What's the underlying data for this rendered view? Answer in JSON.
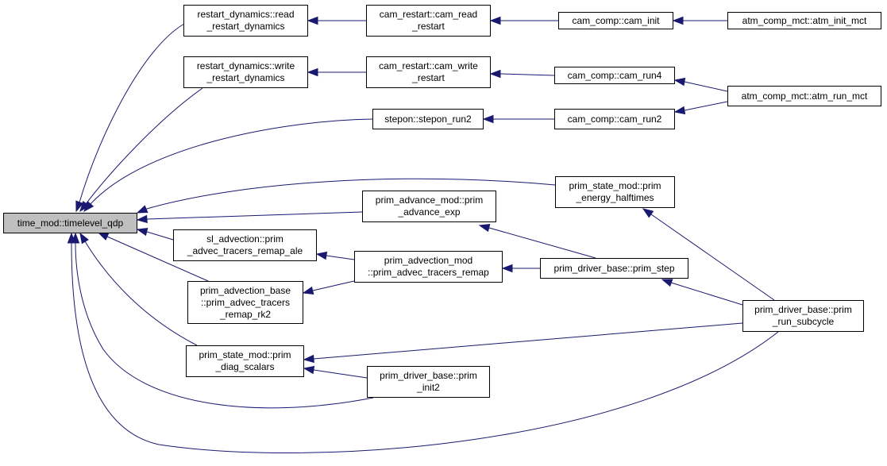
{
  "graph": {
    "root": "time_mod::timelevel_qdp",
    "nodes": [
      {
        "id": "time_mod_timelevel_qdp",
        "lines": [
          "time_mod::timelevel_qdp"
        ]
      },
      {
        "id": "restart_dynamics_read",
        "lines": [
          "restart_dynamics::read",
          "_restart_dynamics"
        ]
      },
      {
        "id": "cam_restart_read",
        "lines": [
          "cam_restart::cam_read",
          "_restart"
        ]
      },
      {
        "id": "cam_comp_cam_init",
        "lines": [
          "cam_comp::cam_init"
        ]
      },
      {
        "id": "atm_comp_mct_atm_init_mct",
        "lines": [
          "atm_comp_mct::atm_init_mct"
        ]
      },
      {
        "id": "restart_dynamics_write",
        "lines": [
          "restart_dynamics::write",
          "_restart_dynamics"
        ]
      },
      {
        "id": "cam_restart_write",
        "lines": [
          "cam_restart::cam_write",
          "_restart"
        ]
      },
      {
        "id": "cam_comp_cam_run4",
        "lines": [
          "cam_comp::cam_run4"
        ]
      },
      {
        "id": "atm_comp_mct_atm_run_mct",
        "lines": [
          "atm_comp_mct::atm_run_mct"
        ]
      },
      {
        "id": "stepon_run2",
        "lines": [
          "stepon::stepon_run2"
        ]
      },
      {
        "id": "cam_comp_cam_run2",
        "lines": [
          "cam_comp::cam_run2"
        ]
      },
      {
        "id": "prim_energy_halftimes",
        "lines": [
          "prim_state_mod::prim",
          "_energy_halftimes"
        ]
      },
      {
        "id": "prim_advance_exp",
        "lines": [
          "prim_advance_mod::prim",
          "_advance_exp"
        ]
      },
      {
        "id": "sl_advection_remap_ale",
        "lines": [
          "sl_advection::prim",
          "_advec_tracers_remap_ale"
        ]
      },
      {
        "id": "prim_advection_remap",
        "lines": [
          "prim_advection_mod",
          "::prim_advec_tracers_remap"
        ]
      },
      {
        "id": "prim_driver_prim_step",
        "lines": [
          "prim_driver_base::prim_step"
        ]
      },
      {
        "id": "prim_advection_base_rk2",
        "lines": [
          "prim_advection_base",
          "::prim_advec_tracers",
          "_remap_rk2"
        ]
      },
      {
        "id": "prim_run_subcycle",
        "lines": [
          "prim_driver_base::prim",
          "_run_subcycle"
        ]
      },
      {
        "id": "prim_diag_scalars",
        "lines": [
          "prim_state_mod::prim",
          "_diag_scalars"
        ]
      },
      {
        "id": "prim_init2",
        "lines": [
          "prim_driver_base::prim",
          "_init2"
        ]
      }
    ],
    "edges": [
      {
        "from": "restart_dynamics_read",
        "to": "time_mod_timelevel_qdp"
      },
      {
        "from": "cam_restart_read",
        "to": "restart_dynamics_read"
      },
      {
        "from": "cam_comp_cam_init",
        "to": "cam_restart_read"
      },
      {
        "from": "atm_comp_mct_atm_init_mct",
        "to": "cam_comp_cam_init"
      },
      {
        "from": "restart_dynamics_write",
        "to": "time_mod_timelevel_qdp"
      },
      {
        "from": "cam_restart_write",
        "to": "restart_dynamics_write"
      },
      {
        "from": "cam_comp_cam_run4",
        "to": "cam_restart_write"
      },
      {
        "from": "atm_comp_mct_atm_run_mct",
        "to": "cam_comp_cam_run4"
      },
      {
        "from": "stepon_run2",
        "to": "time_mod_timelevel_qdp"
      },
      {
        "from": "cam_comp_cam_run2",
        "to": "stepon_run2"
      },
      {
        "from": "atm_comp_mct_atm_run_mct",
        "to": "cam_comp_cam_run2"
      },
      {
        "from": "prim_energy_halftimes",
        "to": "time_mod_timelevel_qdp"
      },
      {
        "from": "prim_run_subcycle",
        "to": "prim_energy_halftimes"
      },
      {
        "from": "prim_advance_exp",
        "to": "time_mod_timelevel_qdp"
      },
      {
        "from": "prim_driver_prim_step",
        "to": "prim_advance_exp"
      },
      {
        "from": "sl_advection_remap_ale",
        "to": "time_mod_timelevel_qdp"
      },
      {
        "from": "prim_advection_remap",
        "to": "sl_advection_remap_ale"
      },
      {
        "from": "prim_driver_prim_step",
        "to": "prim_advection_remap"
      },
      {
        "from": "prim_run_subcycle",
        "to": "prim_driver_prim_step"
      },
      {
        "from": "prim_advection_base_rk2",
        "to": "time_mod_timelevel_qdp"
      },
      {
        "from": "prim_advection_remap",
        "to": "prim_advection_base_rk2"
      },
      {
        "from": "prim_diag_scalars",
        "to": "time_mod_timelevel_qdp"
      },
      {
        "from": "prim_run_subcycle",
        "to": "prim_diag_scalars"
      },
      {
        "from": "prim_init2",
        "to": "prim_diag_scalars"
      },
      {
        "from": "prim_init2",
        "to": "time_mod_timelevel_qdp"
      },
      {
        "from": "prim_run_subcycle",
        "to": "time_mod_timelevel_qdp"
      }
    ]
  },
  "colors": {
    "edge": "#191970",
    "root_fill": "#bfbfbf",
    "node_fill": "#ffffff",
    "border": "#000000"
  }
}
